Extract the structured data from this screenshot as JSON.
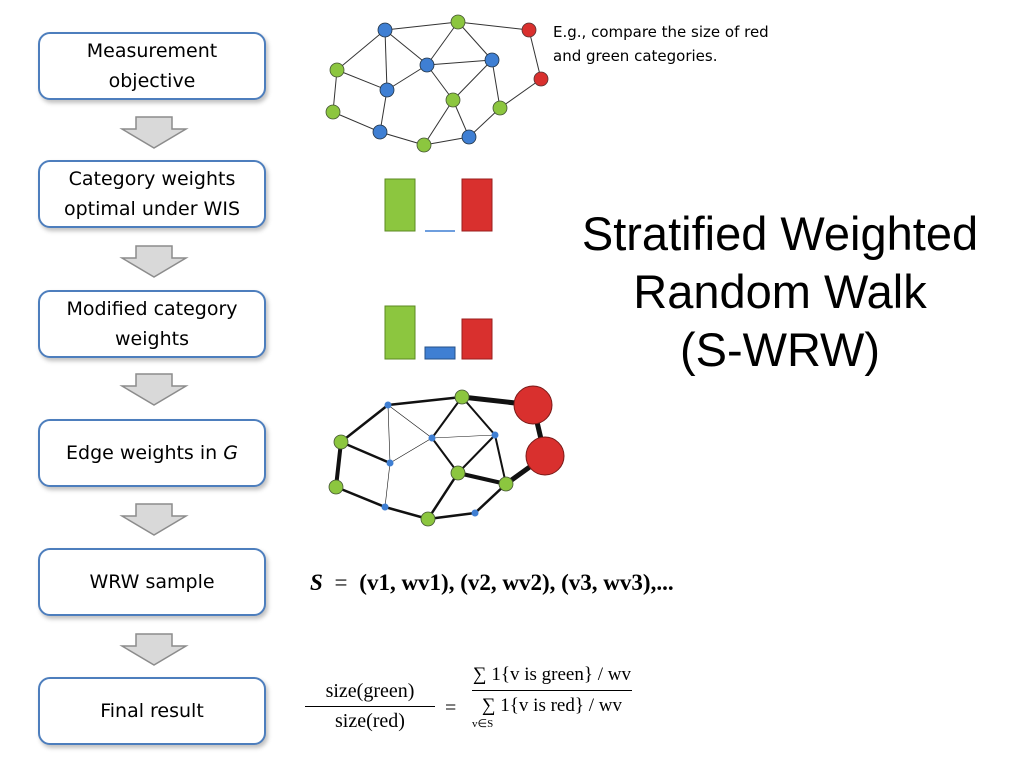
{
  "steps": [
    {
      "label": "Measurement objective"
    },
    {
      "label": "Category weights optimal under WIS"
    },
    {
      "label": "Modified category weights"
    },
    {
      "label_text": "Edge weights in ",
      "label_var": "G"
    },
    {
      "label": "WRW sample"
    },
    {
      "label": "Final result"
    }
  ],
  "note": "E.g., compare the size of red and green categories.",
  "title": {
    "line1": "Stratified Weighted",
    "line2": "Random Walk",
    "line3": "(S-WRW)"
  },
  "sample_formula": {
    "S": "S",
    "eq": "=",
    "rest": "(v1, wv1), (v2, wv2), (v3, wv3),..."
  },
  "result_formula": {
    "lhs_num": "size(green)",
    "lhs_den": "size(red)",
    "eq": "=",
    "rhs_num": "∑ 1{v is green} / wv",
    "rhs_den": "∑ 1{v is red} / wv",
    "sum_under": "v∈S"
  },
  "colors": {
    "box_border": "#4d7ebd",
    "green": "#8cc63f",
    "blue": "#3f7fd3",
    "red": "#d9302e"
  }
}
